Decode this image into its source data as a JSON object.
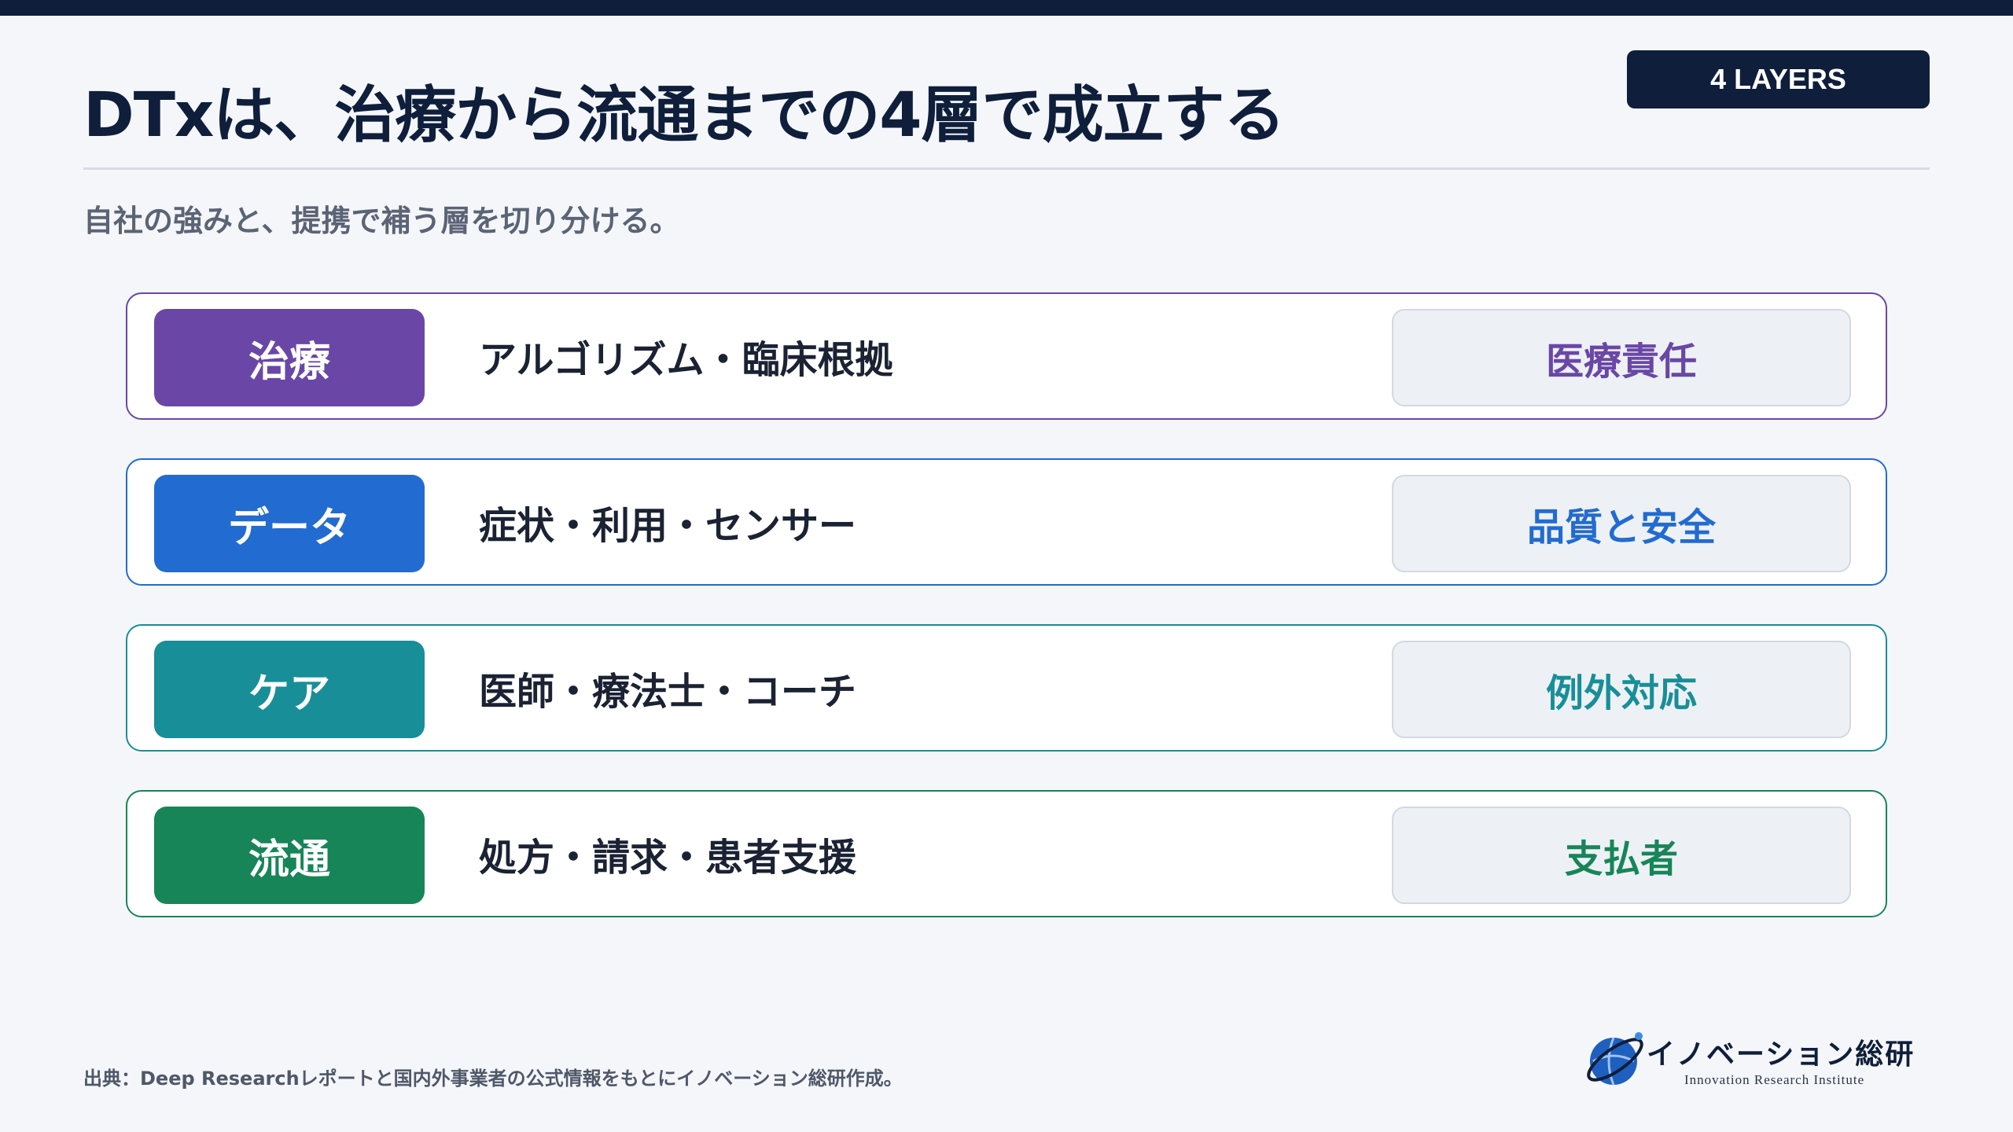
{
  "header": {
    "title": "DTxは、治療から流通までの4層で成立する",
    "badge": "4 LAYERS",
    "subtitle": "自社の強みと、提携で補う層を切り分ける。"
  },
  "layers": [
    {
      "tag": "治療",
      "desc": "アルゴリズム・臨床根拠",
      "role": "医療責任",
      "color": "#6a47a6"
    },
    {
      "tag": "データ",
      "desc": "症状・利用・センサー",
      "role": "品質と安全",
      "color": "#226bd0"
    },
    {
      "tag": "ケア",
      "desc": "医師・療法士・コーチ",
      "role": "例外対応",
      "color": "#188e98"
    },
    {
      "tag": "流通",
      "desc": "処方・請求・患者支援",
      "role": "支払者",
      "color": "#178558"
    }
  ],
  "footer": {
    "source": "出典：Deep Researchレポートと国内外事業者の公式情報をもとにイノベーション総研作成。",
    "logo_name": "イノベーション総研",
    "logo_sub": "Innovation Research Institute",
    "logo_icon": "globe-orbit-icon"
  }
}
